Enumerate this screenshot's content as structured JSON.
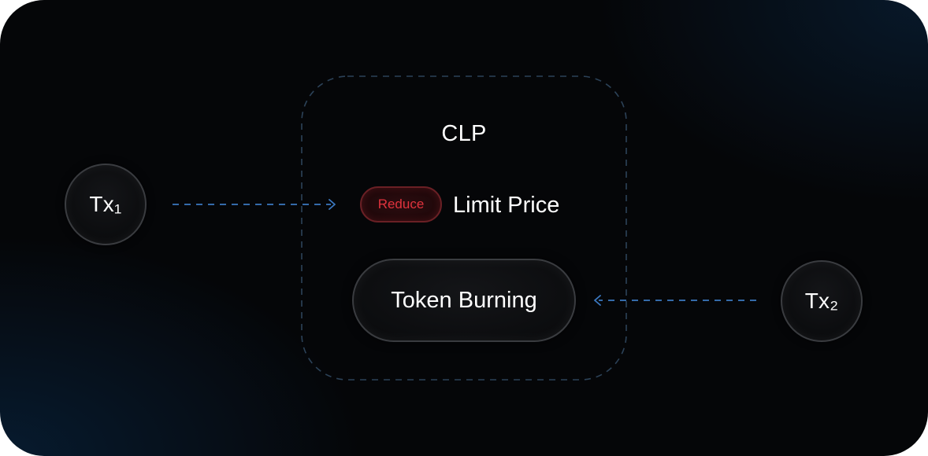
{
  "diagram": {
    "group": {
      "title": "CLP"
    },
    "nodes": {
      "tx1": {
        "label": "Tx₁"
      },
      "tx2": {
        "label": "Tx₂"
      }
    },
    "badge": {
      "label": "Reduce"
    },
    "limit_price": {
      "label": "Limit Price"
    },
    "token_burning": {
      "label": "Token Burning"
    }
  },
  "colors": {
    "background": "#050608",
    "accent_blue": "#3b78c0",
    "group_border": "#2c4258",
    "reduce_text": "#e0333d",
    "text": "#ffffff"
  }
}
